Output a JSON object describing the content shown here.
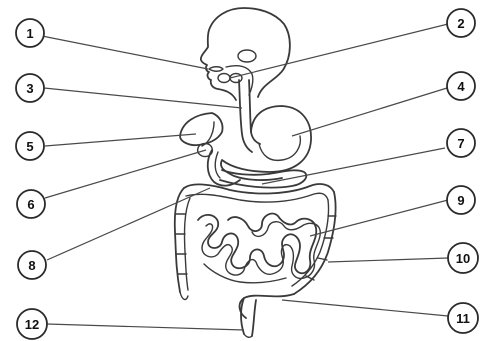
{
  "labels": [
    {
      "id": "1",
      "text": "1"
    },
    {
      "id": "2",
      "text": "2"
    },
    {
      "id": "3",
      "text": "3"
    },
    {
      "id": "4",
      "text": "4"
    },
    {
      "id": "5",
      "text": "5"
    },
    {
      "id": "6",
      "text": "6"
    },
    {
      "id": "7",
      "text": "7"
    },
    {
      "id": "8",
      "text": "8"
    },
    {
      "id": "9",
      "text": "9"
    },
    {
      "id": "10",
      "text": "10"
    },
    {
      "id": "11",
      "text": "11"
    },
    {
      "id": "12",
      "text": "12"
    }
  ],
  "colors": {
    "line": "#3a3a3a",
    "badge_border": "#2a2a2a",
    "background": "#ffffff"
  }
}
